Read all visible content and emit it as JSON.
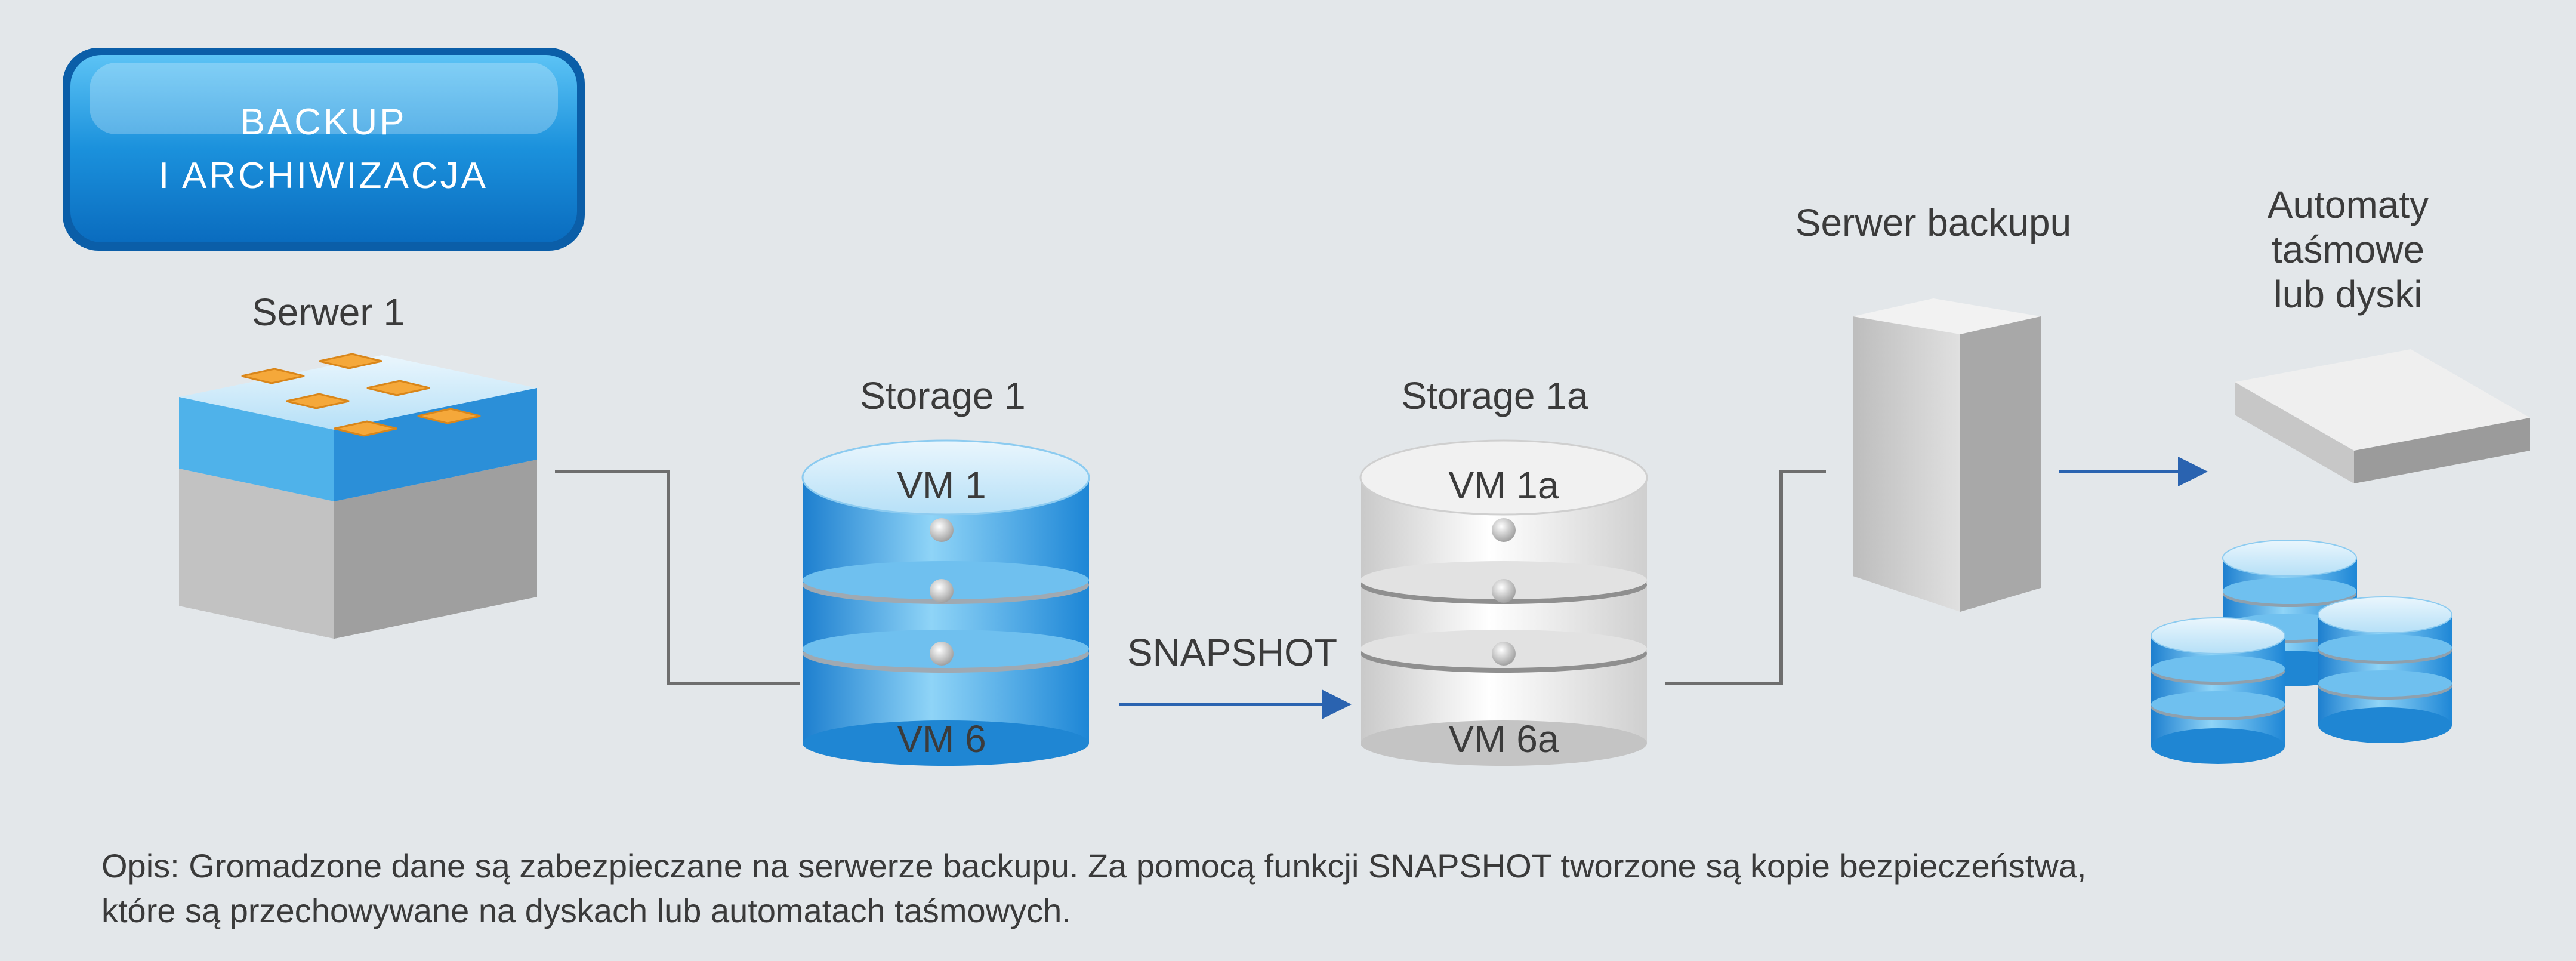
{
  "badge": {
    "line1": "BACKUP",
    "line2": "I ARCHIWIZACJA"
  },
  "server1": {
    "label": "Serwer 1"
  },
  "storage1": {
    "label": "Storage 1",
    "top_vm": "VM 1",
    "bottom_vm": "VM 6"
  },
  "snapshot": {
    "label": "SNAPSHOT"
  },
  "storage1a": {
    "label": "Storage 1a",
    "top_vm": "VM 1a",
    "bottom_vm": "VM 6a"
  },
  "backup_server": {
    "label": "Serwer backupu"
  },
  "tape": {
    "line1": "Automaty",
    "line2": "taśmowe",
    "line3": "lub dyski"
  },
  "description": {
    "line1": "Opis: Gromadzone dane są zabezpieczane na serwerze backupu. Za pomocą funkcji SNAPSHOT tworzone są kopie bezpieczeństwa,",
    "line2": "które są przechowywane na dyskach lub automatach taśmowych."
  },
  "colors": {
    "accent": "#1a88d2",
    "background": "#e3e7ea",
    "arrow": "#2a63b0"
  }
}
